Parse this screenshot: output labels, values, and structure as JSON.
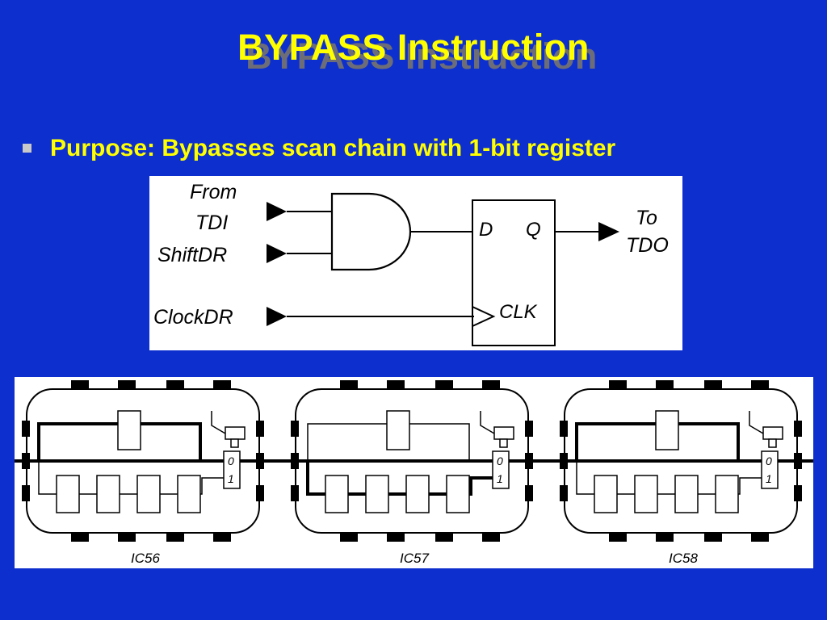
{
  "slide": {
    "title": "BYPASS Instruction",
    "bullet": "Purpose: Bypasses scan chain with 1-bit register"
  },
  "circuit": {
    "input_from": "From",
    "input_tdi": "TDI",
    "input_shiftdr": "ShiftDR",
    "input_clockdr": "ClockDR",
    "ff_d": "D",
    "ff_q": "Q",
    "ff_clk": "CLK",
    "output_to": "To",
    "output_tdo": "TDO"
  },
  "chain": {
    "chips": [
      {
        "label": "IC56",
        "mux_top": "0",
        "mux_bottom": "1"
      },
      {
        "label": "IC57",
        "mux_top": "0",
        "mux_bottom": "1"
      },
      {
        "label": "IC58",
        "mux_top": "0",
        "mux_bottom": "1"
      }
    ]
  }
}
